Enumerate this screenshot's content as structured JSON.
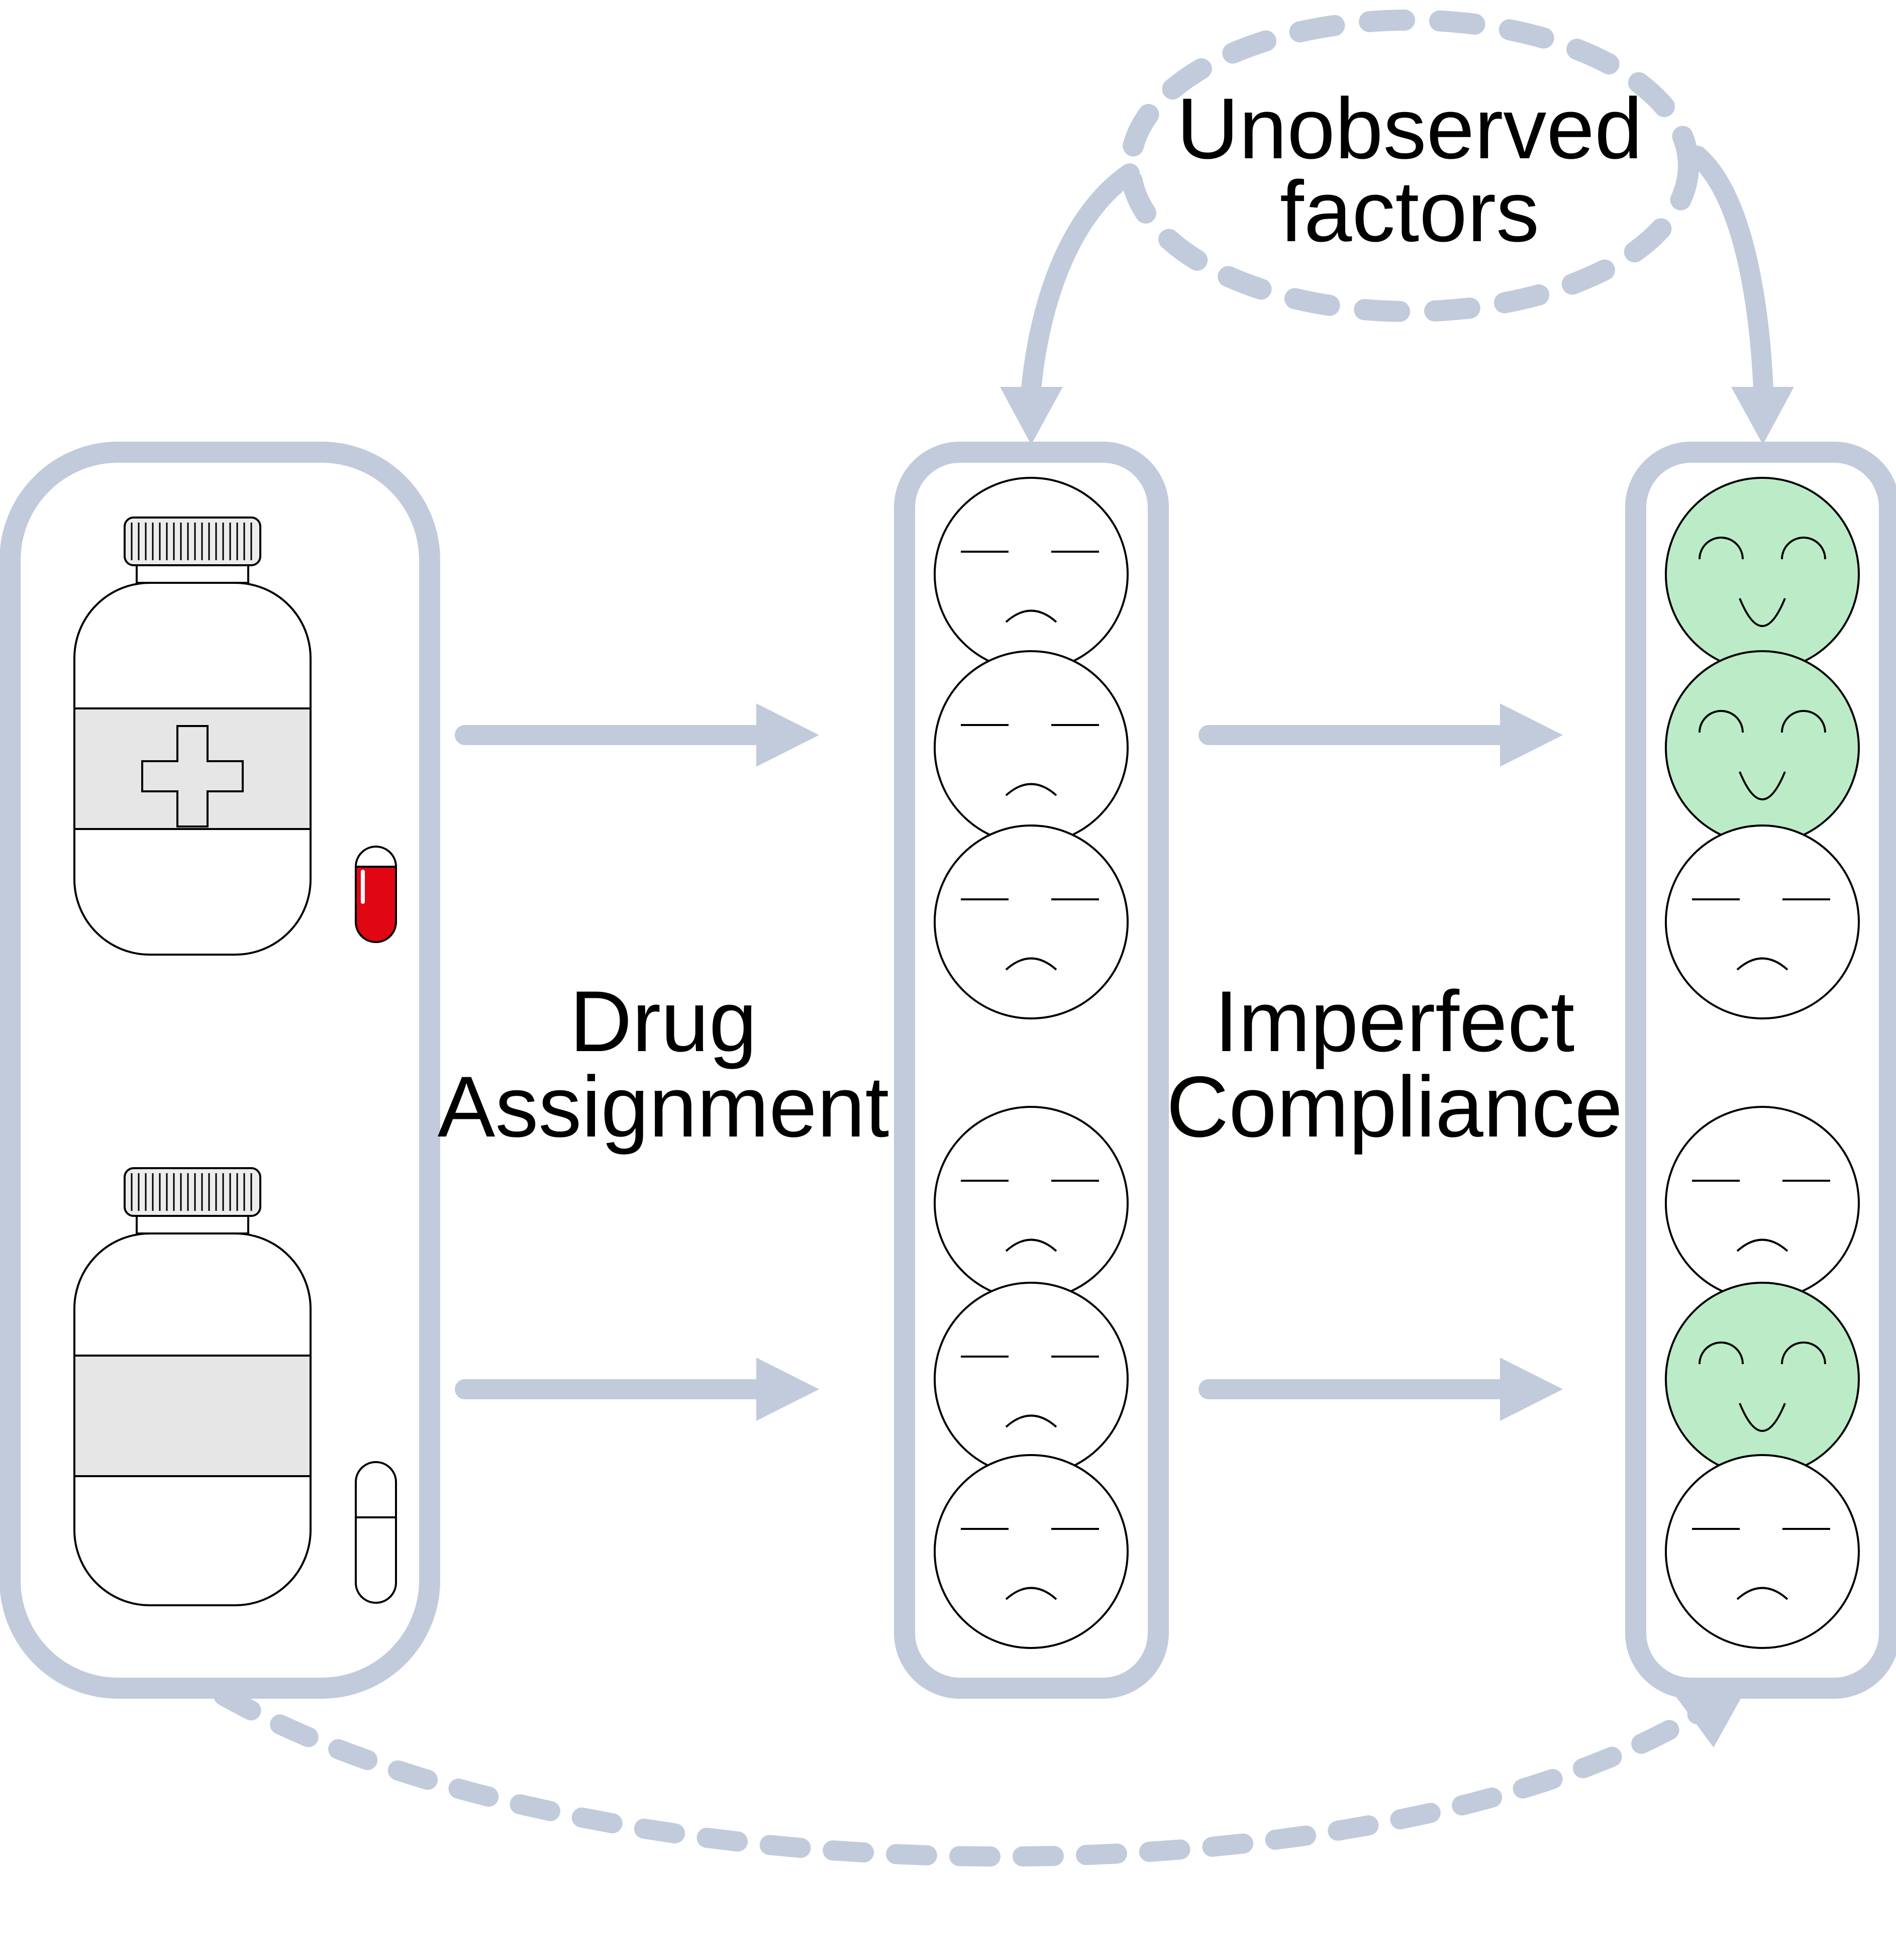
{
  "colors": {
    "frame": "#c1cbdc",
    "ink": "#000000",
    "cap_fill": "#ececec",
    "band_fill": "#e6e6e6",
    "pill_red": "#e10613",
    "happy_fill": "#bcebc8",
    "neutral_fill": "#ffffff"
  },
  "labels": {
    "unobserved_line1": "Unobserved",
    "unobserved_line2": "factors",
    "drug_line1": "Drug",
    "drug_line2": "Assignment",
    "imperfect_line1": "Imperfect",
    "imperfect_line2": "Compliance"
  },
  "groups": {
    "treatment": {
      "bottle_icon": "medicine-bottle-with-cross-icon",
      "pill_icon": "red-capsule-icon",
      "assigned": [
        "sad",
        "sad",
        "sad"
      ],
      "outcome": [
        "happy",
        "happy",
        "sad"
      ]
    },
    "control": {
      "bottle_icon": "placebo-bottle-icon",
      "pill_icon": "white-capsule-icon",
      "assigned": [
        "sad",
        "sad",
        "sad"
      ],
      "outcome": [
        "sad",
        "happy",
        "sad"
      ]
    }
  },
  "edges": [
    {
      "from": "drug-assignment",
      "to": "assigned-patients",
      "style": "solid"
    },
    {
      "from": "assigned-patients",
      "to": "outcomes",
      "style": "solid"
    },
    {
      "from": "unobserved-factors",
      "to": "assigned-patients",
      "style": "solid"
    },
    {
      "from": "unobserved-factors",
      "to": "outcomes",
      "style": "solid"
    },
    {
      "from": "drug-assignment",
      "to": "outcomes",
      "style": "dashed"
    }
  ]
}
